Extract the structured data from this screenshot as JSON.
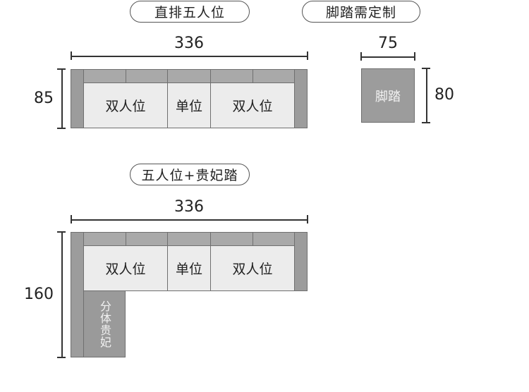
{
  "section1": {
    "title": "直排五人位",
    "width_label": "336",
    "height_label": "85",
    "seats": [
      "双人位",
      "单位",
      "双人位"
    ]
  },
  "ottoman": {
    "title": "脚踏需定制",
    "width_label": "75",
    "height_label": "80",
    "label": "脚踏"
  },
  "section2": {
    "title": "五人位+贵妃踏",
    "width_label": "336",
    "height_label": "160",
    "seats": [
      "双人位",
      "单位",
      "双人位"
    ],
    "chaise_label": "分体贵妃"
  }
}
